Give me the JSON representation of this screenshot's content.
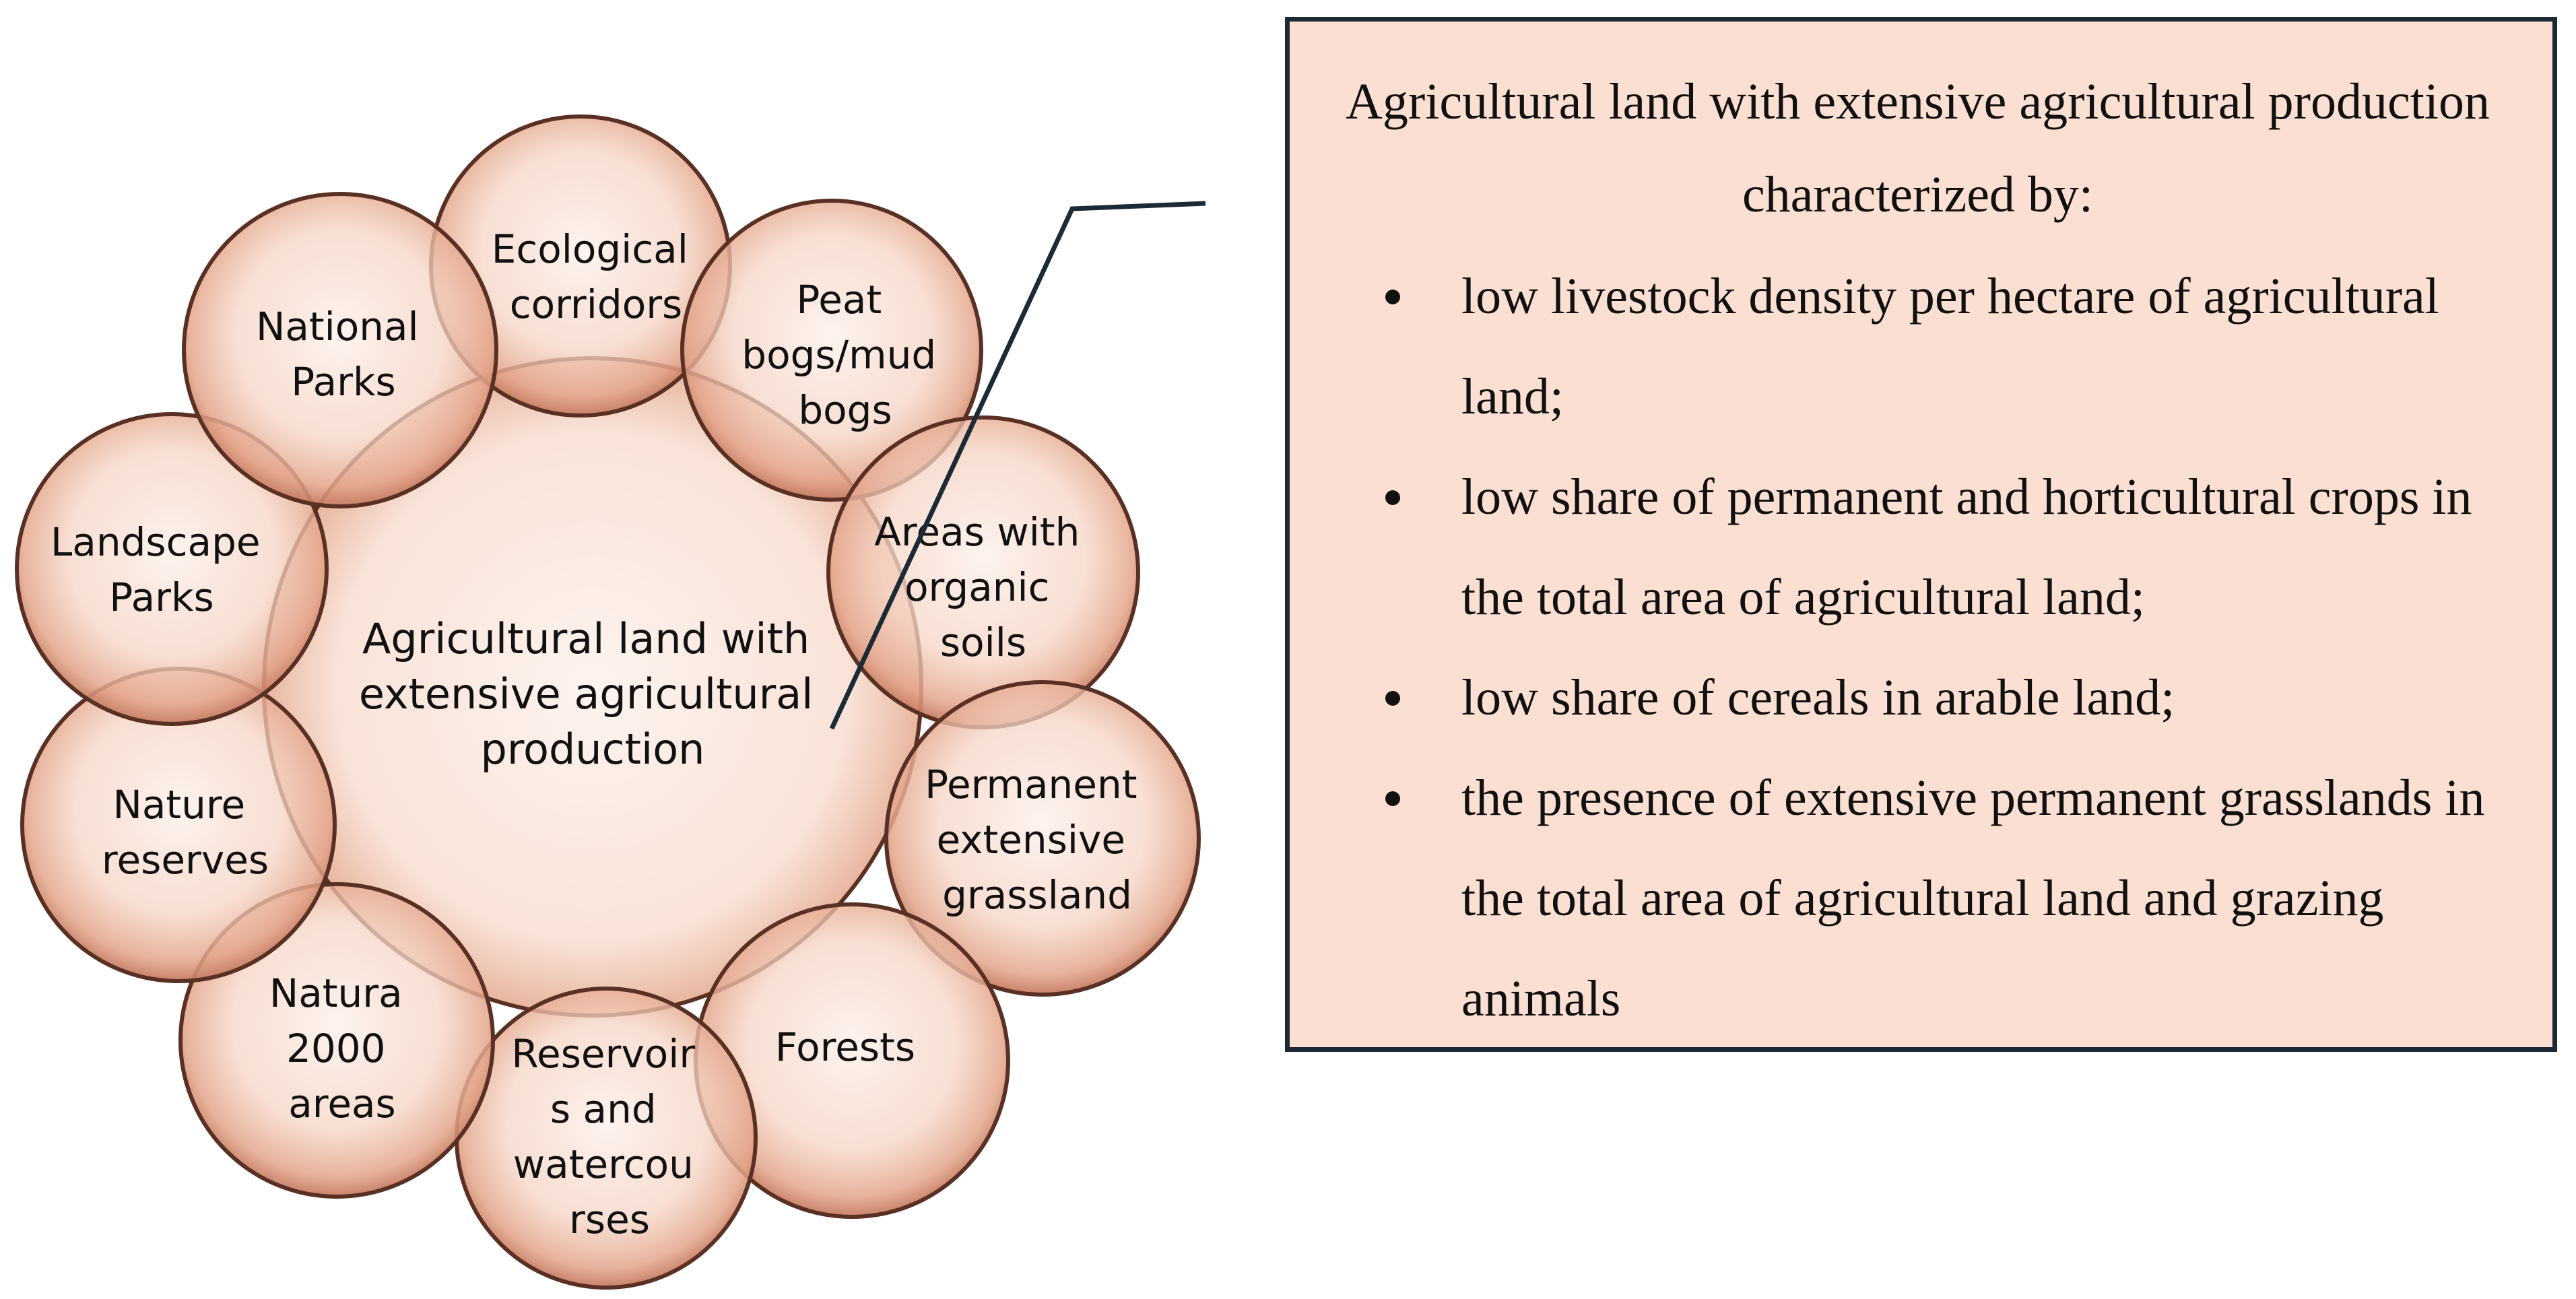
{
  "diagram": {
    "center_lines": [
      "Agricultural land with",
      "extensive agricultural",
      "production"
    ],
    "nodes": [
      {
        "id": "ecological-corridors",
        "lines": [
          "Ecological",
          "corridors"
        ]
      },
      {
        "id": "peat-bogs",
        "lines": [
          "Peat",
          "bogs/mud",
          "bogs"
        ]
      },
      {
        "id": "areas-organic-soils",
        "lines": [
          "Areas with",
          "organic",
          "soils"
        ]
      },
      {
        "id": "permanent-grassland",
        "lines": [
          "Permanent",
          "extensive",
          "grassland"
        ]
      },
      {
        "id": "forests",
        "lines": [
          "Forests"
        ]
      },
      {
        "id": "reservoirs",
        "lines": [
          "Reservoir",
          "s and",
          "watercou",
          "rses"
        ]
      },
      {
        "id": "natura-2000",
        "lines": [
          "Natura",
          "2000",
          "areas"
        ]
      },
      {
        "id": "nature-reserves",
        "lines": [
          "Nature",
          "reserves"
        ]
      },
      {
        "id": "landscape-parks",
        "lines": [
          "Landscape",
          "Parks"
        ]
      },
      {
        "id": "national-parks",
        "lines": [
          "National",
          "Parks"
        ]
      }
    ],
    "colors": {
      "bubble_fill": "#e3a58a",
      "bubble_stroke": "#5a3024",
      "connector": "#1c2a36"
    }
  },
  "info_box": {
    "title": "Agricultural land with extensive agricultural production characterized by:",
    "items": [
      "low livestock density per hectare of agricultural land;",
      "low share of permanent and horticultural crops in the total area of agricultural land;",
      "low share of cereals in arable land;",
      "the presence of extensive permanent grasslands in the total area of agricultural land and grazing animals"
    ],
    "colors": {
      "background": "#fbdfd2",
      "border": "#1c2a36"
    }
  }
}
